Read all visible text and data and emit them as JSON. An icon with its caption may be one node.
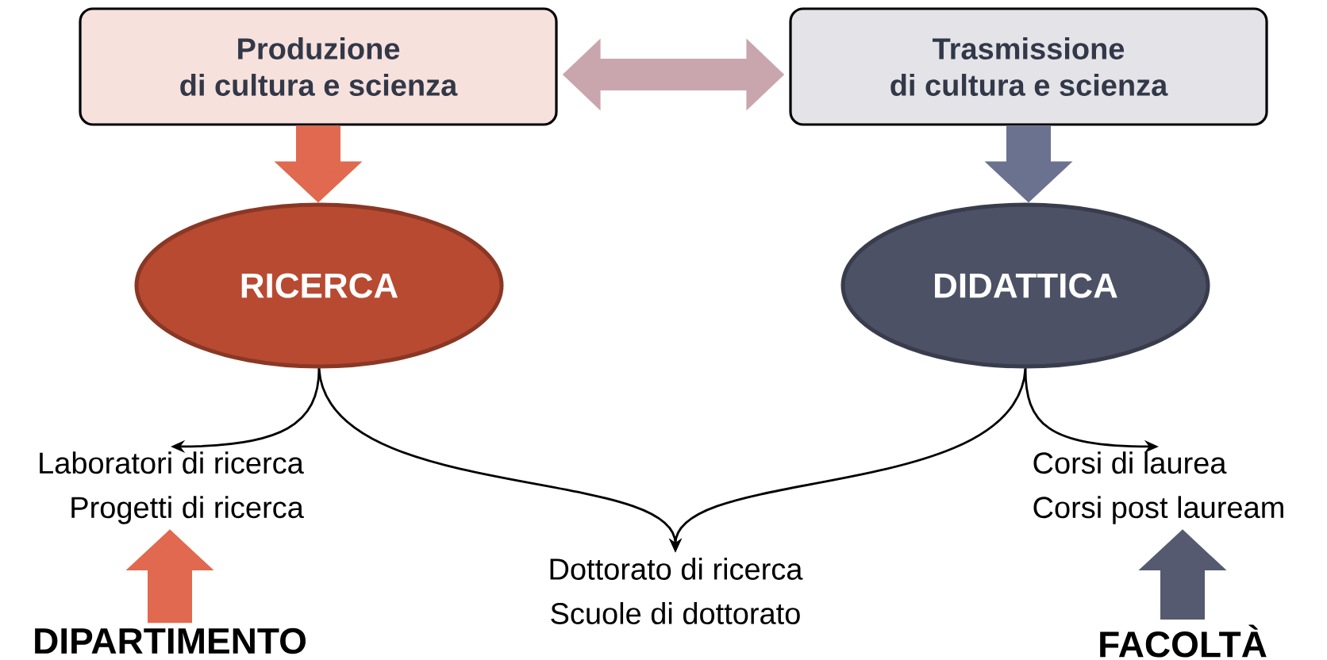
{
  "diagram": {
    "nodes": [
      {
        "text": [
          "Produzione",
          "di cultura e scienza"
        ]
      },
      {
        "text": [
          "Trasmissione",
          "di cultura e scienza"
        ]
      },
      {
        "text": [
          "RICERCA"
        ]
      },
      {
        "text": [
          "DIDATTICA"
        ]
      },
      {
        "text": [
          "Laboratori di ricerca",
          "Progetti di ricerca"
        ]
      },
      {
        "text": [
          "Dottorato di ricerca",
          "Scuole di dottorato"
        ]
      },
      {
        "text": [
          "Corsi di laurea",
          "Corsi post lauream"
        ]
      },
      {
        "text": [
          "DIPARTIMENTO"
        ]
      },
      {
        "text": [
          "FACOLTÀ"
        ]
      }
    ],
    "edges": [
      {
        "from": 0,
        "to": 1,
        "arrow": "both",
        "color": "#c9a6ae"
      },
      {
        "from": 0,
        "to": 2,
        "arrow": "to",
        "color": "#e0694f"
      },
      {
        "from": 1,
        "to": 3,
        "arrow": "to",
        "color": "#6b7290"
      },
      {
        "from": 2,
        "to": 4,
        "arrow": "to"
      },
      {
        "from": 2,
        "to": 5,
        "arrow": "to"
      },
      {
        "from": 3,
        "to": 5,
        "arrow": "to"
      },
      {
        "from": 3,
        "to": 6,
        "arrow": "to"
      },
      {
        "from": 7,
        "to": 4,
        "arrow": "to",
        "color": "#e0694f"
      },
      {
        "from": 8,
        "to": 6,
        "arrow": "to",
        "color": "#555a70"
      }
    ]
  }
}
